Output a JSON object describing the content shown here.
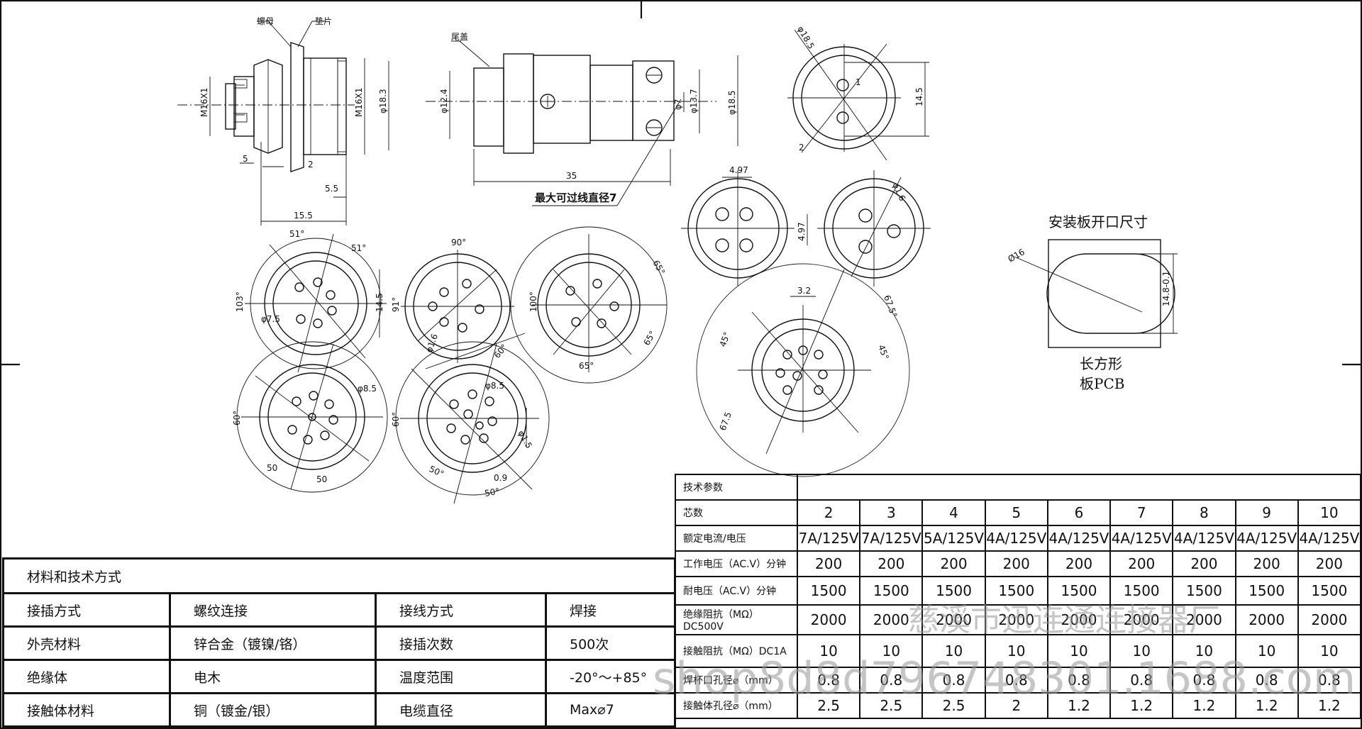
{
  "drawing": {
    "callouts": {
      "nut": "螺母",
      "washer": "垫片",
      "cap": "尾盖",
      "max_cable": "最大可过线直径7"
    },
    "dims": {
      "m16_left": "M16X1",
      "m16_right": "M16X1",
      "d18_3": "φ18.3",
      "d5": "5",
      "d2": "2",
      "d5_5": "5.5",
      "d15_5": "15.5",
      "d12_4": "φ12.4",
      "d7": "φ7",
      "d13_7": "φ13.7",
      "d18_5": "φ18.5",
      "d35": "35",
      "top_d18_5": "φ18.5",
      "top_14_5": "14.5",
      "top_2": "2",
      "top_1": "1",
      "d4_97a": "4.97",
      "d4_97b": "4.97",
      "d3_2": "3.2",
      "d67_5a": "67.5°",
      "d67_5b": "67.5",
      "d45a": "45°",
      "d45b": "45°",
      "d51a": "51°",
      "d51b": "51°",
      "d103": "103°",
      "d14_5": "14.5",
      "d90": "90°",
      "d91": "91°",
      "d100": "100°",
      "d65a": "65°",
      "d65b": "65°",
      "d65c": "65°",
      "d60a": "60°",
      "d60b": "60°",
      "d60c": "60°",
      "d50a": "50",
      "d50b": "50",
      "d50c": "50°",
      "d50d": "50°",
      "d8_5a": "φ8.5",
      "d8_5b": "φ8.5",
      "d0_9": "0.9",
      "d1_5": "φ1.5",
      "d7_5": "φ7.5",
      "d1_6": "φ1.6"
    }
  },
  "mounting": {
    "title": "安装板开口尺寸",
    "diameter": "Ø16",
    "width": "14.8-0.1",
    "shape": "长方形",
    "board": "板PCB"
  },
  "materials": {
    "title": "材料和技术方式",
    "rows": [
      {
        "k1": "接插方式",
        "v1": "螺纹连接",
        "k2": "接线方式",
        "v2": "焊接"
      },
      {
        "k1": "外壳材料",
        "v1": "锌合金（镀镍/铬）",
        "k2": "接插次数",
        "v2": "500次"
      },
      {
        "k1": "绝缘体",
        "v1": "电木",
        "k2": "温度范围",
        "v2": "-20°～+85°"
      },
      {
        "k1": "接触体材料",
        "v1": "铜（镀金/银）",
        "k2": "电缆直径",
        "v2": "Max⌀7"
      }
    ]
  },
  "specs": {
    "title": "技术参数",
    "cores_label": "芯数",
    "cores": [
      "2",
      "3",
      "4",
      "5",
      "6",
      "7",
      "8",
      "9",
      "10"
    ],
    "rows": [
      {
        "label": "额定电流/电压",
        "values": [
          "7A/125V",
          "7A/125V",
          "5A/125V",
          "4A/125V",
          "4A/125V",
          "4A/125V",
          "4A/125V",
          "4A/125V",
          "4A/125V"
        ]
      },
      {
        "label": "工作电压（AC.V）分钟",
        "values": [
          "200",
          "200",
          "200",
          "200",
          "200",
          "200",
          "200",
          "200",
          "200"
        ]
      },
      {
        "label": "耐电压（AC.V）分钟",
        "values": [
          "1500",
          "1500",
          "1500",
          "1500",
          "1500",
          "1500",
          "1500",
          "1500",
          "1500"
        ]
      },
      {
        "label": "绝缘阻抗（MΩ）DC500V",
        "values": [
          "2000",
          "2000",
          "2000",
          "2000",
          "2000",
          "2000",
          "2000",
          "2000",
          "2000"
        ]
      },
      {
        "label": "接触阻抗（MΩ）DC1A",
        "values": [
          "10",
          "10",
          "10",
          "10",
          "10",
          "10",
          "10",
          "10",
          "10"
        ]
      },
      {
        "label": "焊杯口孔径⌀（mm）",
        "values": [
          "0.8",
          "0.8",
          "0.8",
          "0.8",
          "0.8",
          "0.8",
          "0.8",
          "0.8",
          "0.8"
        ]
      },
      {
        "label": "接触体孔径⌀（mm）",
        "values": [
          "2.5",
          "2.5",
          "2.5",
          "2",
          "1.2",
          "1.2",
          "1.2",
          "1.2",
          "1.2"
        ]
      }
    ]
  },
  "watermark": {
    "company": "慈溪市迅连通连接器厂",
    "shop": "shop8d8d796748301.1688.com"
  }
}
